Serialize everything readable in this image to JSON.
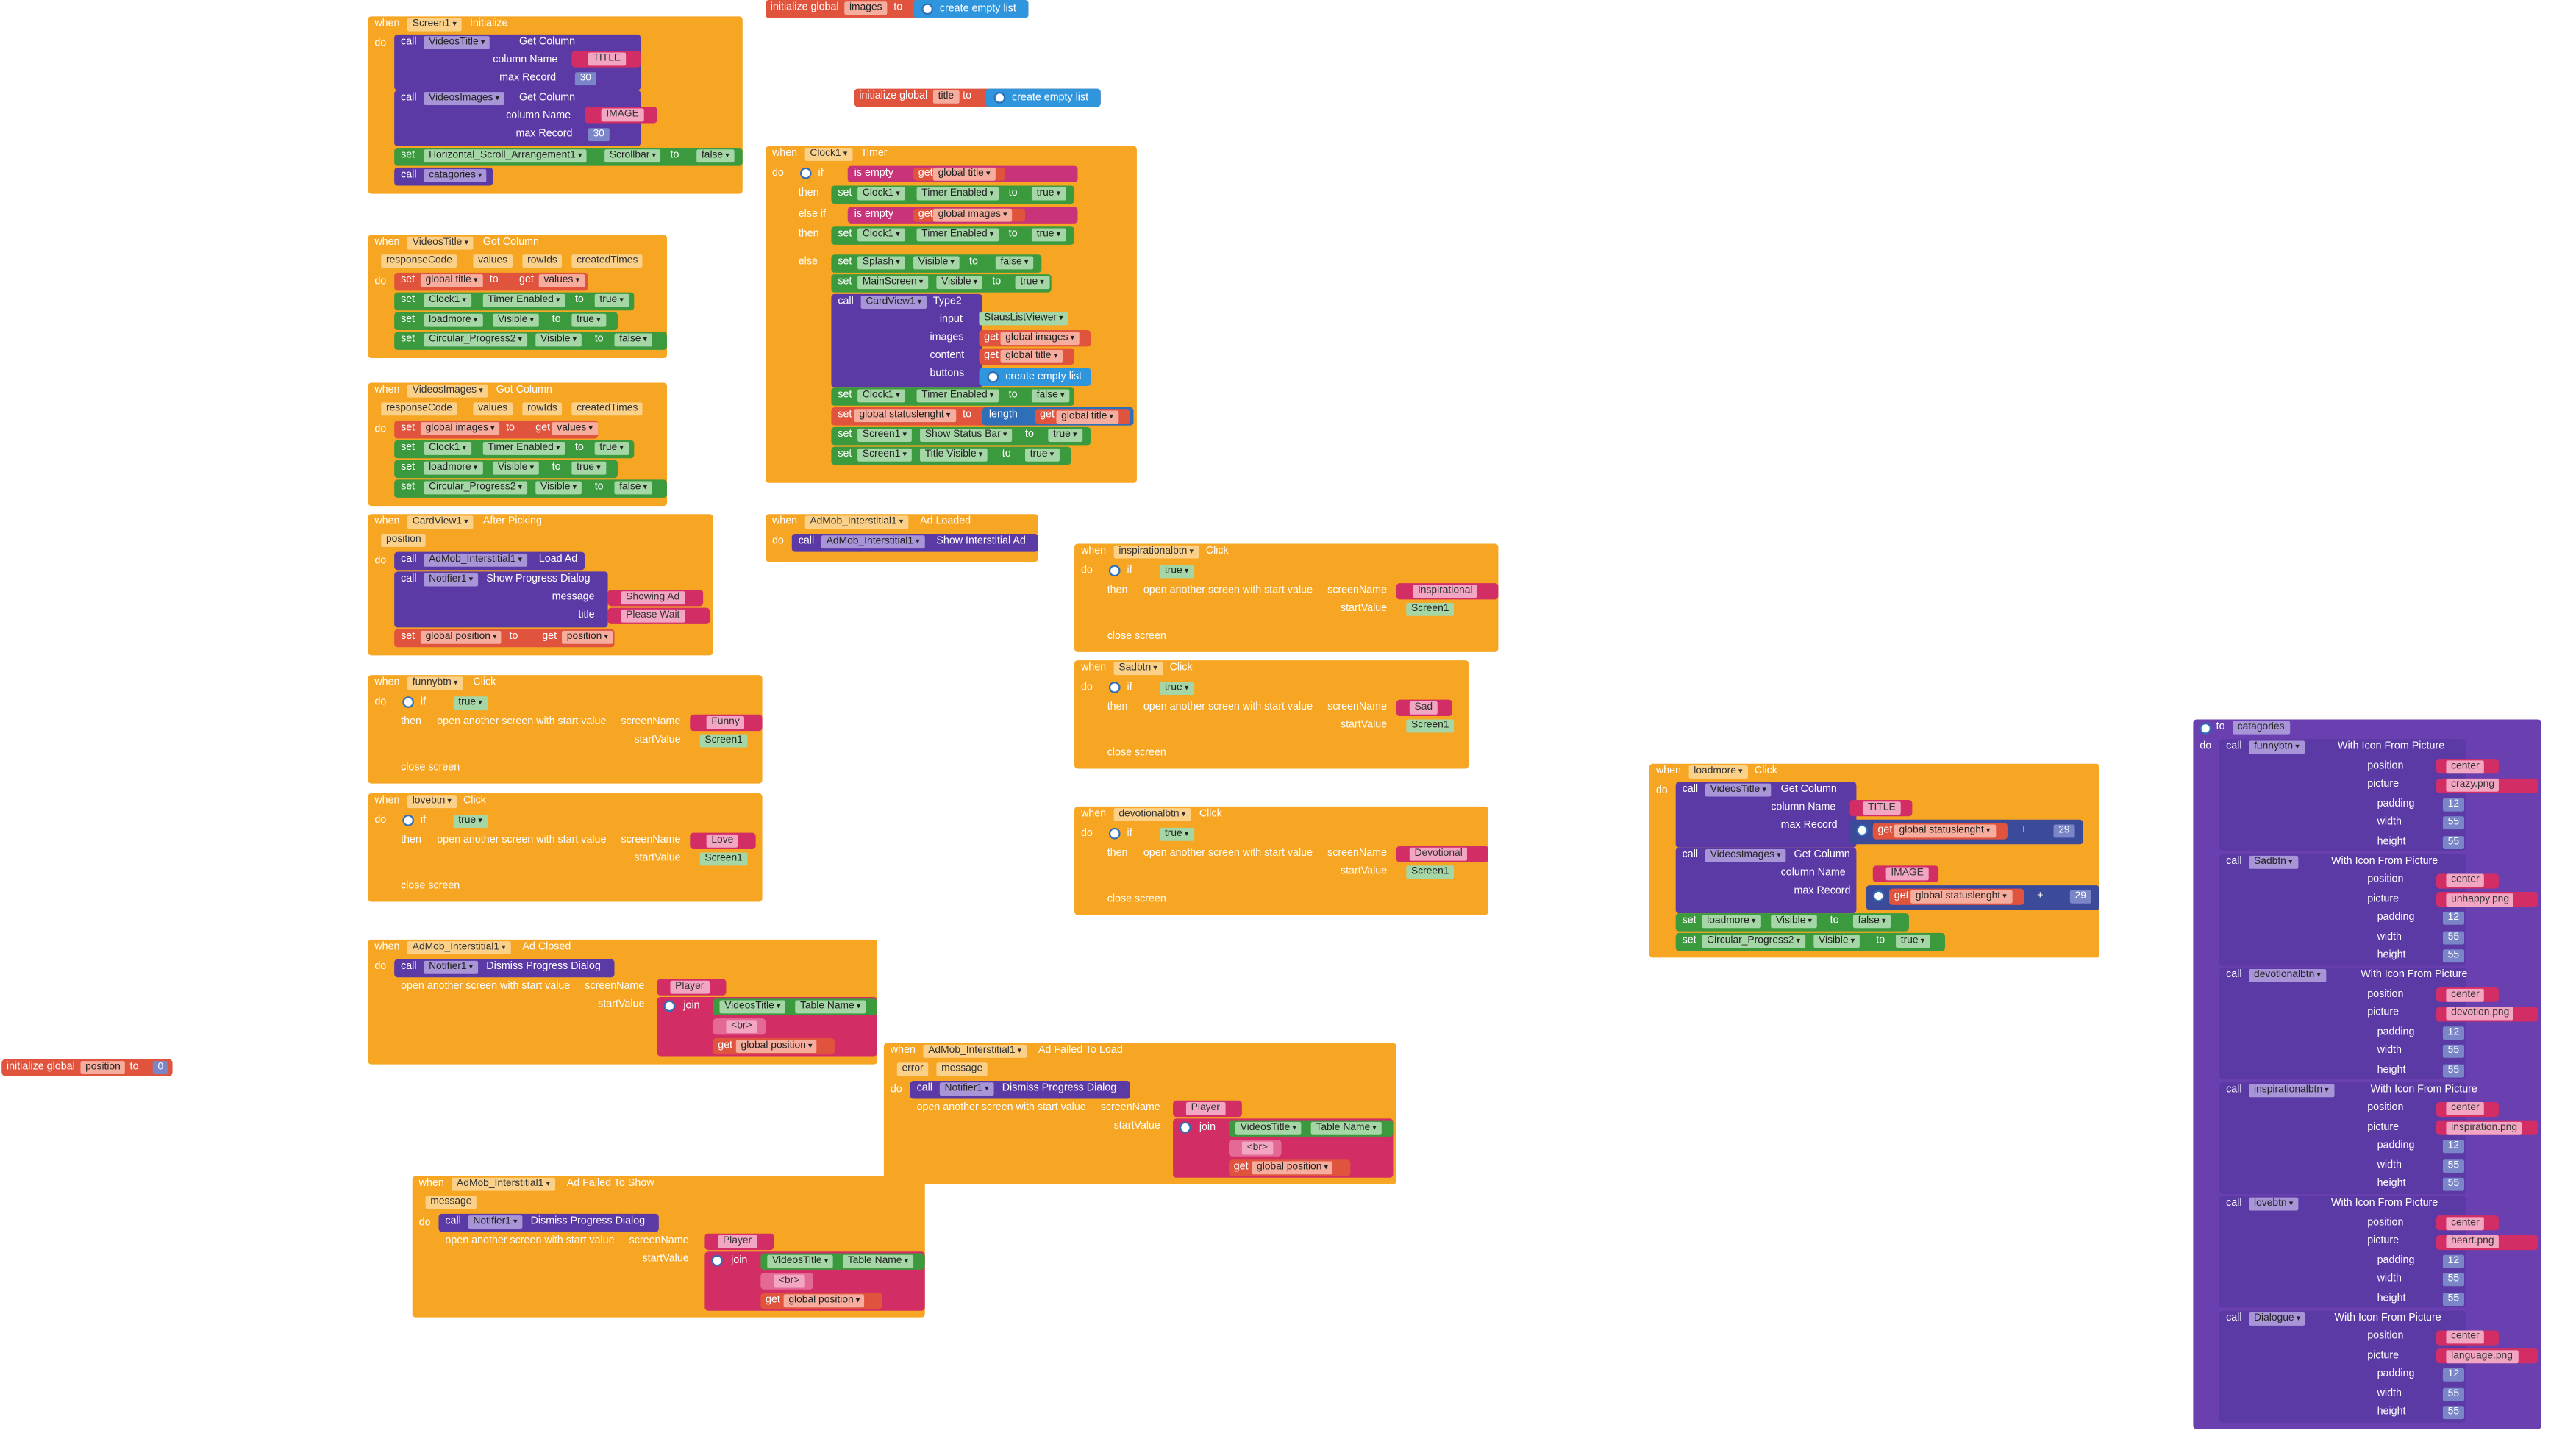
{
  "kw": {
    "when": "when",
    "do": "do",
    "call": "call",
    "set": "set",
    "to": "to",
    "get": "get",
    "if": "if",
    "then": "then",
    "else_if": "else if",
    "else": "else",
    "init": "initialize global",
    "empty": "create empty list",
    "is_empty": "is empty",
    "length": "length",
    "join": "join",
    "open": "open another screen with start value",
    "close": "close screen",
    "screenName": "screenName",
    "startValue": "startValue",
    "true": "true",
    "false": "false",
    "q": "\""
  },
  "blocks": {
    "screen1_init": {
      "comp": "Screen1",
      "event": "Initialize",
      "c1": {
        "comp": "VideosTitle",
        "method": "Get Column",
        "p1": "column Name",
        "v1": "TITLE",
        "p2": "max Record",
        "v2": "30"
      },
      "c2": {
        "comp": "VideosImages",
        "method": "Get Column",
        "p1": "column Name",
        "v1": "IMAGE",
        "p2": "max Record",
        "v2": "30"
      },
      "s1": {
        "comp": "Horizontal_Scroll_Arrangement1",
        "prop": "Scrollbar"
      },
      "call_proc": "catagories"
    },
    "videostitle_got": {
      "comp": "VideosTitle",
      "event": "Got Column",
      "params": [
        "responseCode",
        "values",
        "rowIds",
        "createdTimes"
      ],
      "var": "global title",
      "val": "values",
      "s1": [
        "Clock1",
        "Timer Enabled"
      ],
      "s2": [
        "loadmore",
        "Visible"
      ],
      "s3": [
        "Circular_Progress2",
        "Visible"
      ]
    },
    "videosimages_got": {
      "comp": "VideosImages",
      "event": "Got Column",
      "params": [
        "responseCode",
        "values",
        "rowIds",
        "createdTimes"
      ],
      "var": "global images",
      "val": "values",
      "s1": [
        "Clock1",
        "Timer Enabled"
      ],
      "s2": [
        "loadmore",
        "Visible"
      ],
      "s3": [
        "Circular_Progress2",
        "Visible"
      ]
    },
    "cardview_pick": {
      "comp": "CardView1",
      "event": "After Picking",
      "param": "position",
      "c1": [
        "AdMob_Interstitial1",
        "Load Ad"
      ],
      "c2": [
        "Notifier1",
        "Show Progress Dialog"
      ],
      "msg": "message",
      "msg_v": "Showing Ad",
      "tit": "title",
      "tit_v": "Please Wait",
      "var": "global position",
      "val": "position"
    },
    "funny": {
      "comp": "funnybtn",
      "event": "Click",
      "screen": "Funny",
      "start": "Screen1"
    },
    "love": {
      "comp": "lovebtn",
      "event": "Click",
      "screen": "Love",
      "start": "Screen1"
    },
    "ad_closed": {
      "comp": "AdMob_Interstitial1",
      "event": "Ad Closed",
      "n": [
        "Notifier1",
        "Dismiss Progress Dialog"
      ],
      "screen": "Player",
      "jt": [
        "VideosTitle",
        "Table Name"
      ],
      "br": "<br>",
      "gp": "global position"
    },
    "init_position": {
      "var": "position",
      "val": "0"
    },
    "init_images": {
      "var": "images"
    },
    "init_title": {
      "var": "title"
    },
    "clock": {
      "comp": "Clock1",
      "event": "Timer",
      "gt": "global title",
      "gi": "global images",
      "sc": [
        "Clock1",
        "Timer Enabled"
      ],
      "ss": [
        "Splash",
        "Visible"
      ],
      "sm": [
        "MainScreen",
        "Visible"
      ],
      "cv": [
        "CardView1",
        "Type2"
      ],
      "input": "input",
      "input_v": "StausListViewer",
      "images": "images",
      "content": "content",
      "buttons": "buttons",
      "sl": "global statuslenght",
      "ssb": [
        "Screen1",
        "Show Status Bar"
      ],
      "stv": [
        "Screen1",
        "Title Visible"
      ]
    },
    "admob_loaded": {
      "comp": "AdMob_Interstitial1",
      "event": "Ad Loaded",
      "call": [
        "AdMob_Interstitial1",
        "Show Interstitial Ad"
      ]
    },
    "insp": {
      "comp": "inspirationalbtn",
      "event": "Click",
      "screen": "Inspirational",
      "start": "Screen1"
    },
    "sad": {
      "comp": "Sadbtn",
      "event": "Click",
      "screen": "Sad",
      "start": "Screen1"
    },
    "devo": {
      "comp": "devotionalbtn",
      "event": "Click",
      "screen": "Devotional",
      "start": "Screen1"
    },
    "ad_fail_load": {
      "comp": "AdMob_Interstitial1",
      "event": "Ad Failed To Load",
      "params": [
        "error",
        "message"
      ],
      "n": [
        "Notifier1",
        "Dismiss Progress Dialog"
      ],
      "screen": "Player",
      "jt": [
        "VideosTitle",
        "Table Name"
      ],
      "br": "<br>",
      "gp": "global position"
    },
    "ad_fail_show": {
      "comp": "AdMob_Interstitial1",
      "event": "Ad Failed To Show",
      "param": "message",
      "n": [
        "Notifier1",
        "Dismiss Progress Dialog"
      ],
      "screen": "Player",
      "jt": [
        "VideosTitle",
        "Table Name"
      ],
      "br": "<br>",
      "gp": "global position"
    },
    "loadmore": {
      "comp": "loadmore",
      "event": "Click",
      "c1": {
        "comp": "VideosTitle",
        "method": "Get Column",
        "p1": "column Name",
        "v1": "TITLE",
        "p2": "max Record",
        "get": "global statuslenght",
        "add": "+",
        "n": "29"
      },
      "c2": {
        "comp": "VideosImages",
        "method": "Get Column",
        "p1": "column Name",
        "v1": "IMAGE",
        "p2": "max Record",
        "get": "global statuslenght",
        "add": "+",
        "n": "29"
      },
      "s1": [
        "loadmore",
        "Visible"
      ],
      "s2": [
        "Circular_Progress2",
        "Visible"
      ]
    },
    "catagories": {
      "label": "to",
      "name": "catagories",
      "method": "With Icon From Picture",
      "labels": {
        "position": "position",
        "picture": "picture",
        "padding": "padding",
        "width": "width",
        "height": "height"
      },
      "items": [
        {
          "comp": "funnybtn",
          "pos": "center",
          "pic": "crazy.png",
          "pad": "12",
          "w": "55",
          "h": "55"
        },
        {
          "comp": "Sadbtn",
          "pos": "center",
          "pic": "unhappy.png",
          "pad": "12",
          "w": "55",
          "h": "55"
        },
        {
          "comp": "devotionalbtn",
          "pos": "center",
          "pic": "devotion.png",
          "pad": "12",
          "w": "55",
          "h": "55"
        },
        {
          "comp": "inspirationalbtn",
          "pos": "center",
          "pic": "inspiration.png",
          "pad": "12",
          "w": "55",
          "h": "55"
        },
        {
          "comp": "lovebtn",
          "pos": "center",
          "pic": "heart.png",
          "pad": "12",
          "w": "55",
          "h": "55"
        },
        {
          "comp": "Dialogue",
          "pos": "center",
          "pic": "language.png",
          "pad": "12",
          "w": "55",
          "h": "55"
        }
      ]
    }
  },
  "colors": {
    "event": "#f6a623",
    "component": "#5b3aa6",
    "setter": "#3b9a3e",
    "variable": "#e0533d",
    "text": "#d22e65",
    "list": "#2f95dd",
    "math": "#3c4a9a"
  }
}
